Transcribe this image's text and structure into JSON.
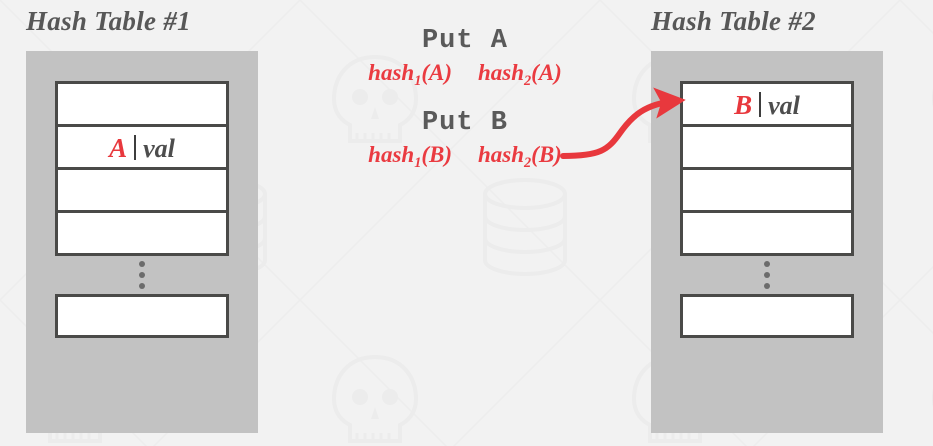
{
  "theme": {
    "background": "#f2f2f2",
    "table_frame_gray": "#c2c2c2",
    "slot_border": "#4a4a48",
    "slot_fill": "#ffffff",
    "accent_red": "#e8383d",
    "text_gray": "#575757",
    "mono_gray": "#5a5a5a"
  },
  "tables": [
    {
      "title": "Hash Table #1",
      "slots": [
        {
          "key": "",
          "separator": "",
          "value": "",
          "filled": false
        },
        {
          "key": "A",
          "separator": "|",
          "value": "val",
          "filled": true
        },
        {
          "key": "",
          "separator": "",
          "value": "",
          "filled": false
        },
        {
          "key": "",
          "separator": "",
          "value": "",
          "filled": false
        }
      ],
      "ellipsis": "⋮",
      "tail_slot": {
        "key": "",
        "separator": "",
        "value": "",
        "filled": false
      }
    },
    {
      "title": "Hash Table #2",
      "slots": [
        {
          "key": "B",
          "separator": "|",
          "value": "val",
          "filled": true
        },
        {
          "key": "",
          "separator": "",
          "value": "",
          "filled": false
        },
        {
          "key": "",
          "separator": "",
          "value": "",
          "filled": false
        },
        {
          "key": "",
          "separator": "",
          "value": "",
          "filled": false
        }
      ],
      "ellipsis": "⋮",
      "tail_slot": {
        "key": "",
        "separator": "",
        "value": "",
        "filled": false
      }
    }
  ],
  "operations": [
    {
      "title": "Put A",
      "hashes": [
        {
          "name": "hash",
          "subscript": "1",
          "arg": "(A)"
        },
        {
          "name": "hash",
          "subscript": "2",
          "arg": "(A)"
        }
      ]
    },
    {
      "title": "Put B",
      "hashes": [
        {
          "name": "hash",
          "subscript": "1",
          "arg": "(B)"
        },
        {
          "name": "hash",
          "subscript": "2",
          "arg": "(B)"
        }
      ]
    }
  ],
  "arrow": {
    "label": "",
    "color": "#e8383d",
    "from": "hash2(B)",
    "to": "Hash Table #2 slot 1"
  }
}
